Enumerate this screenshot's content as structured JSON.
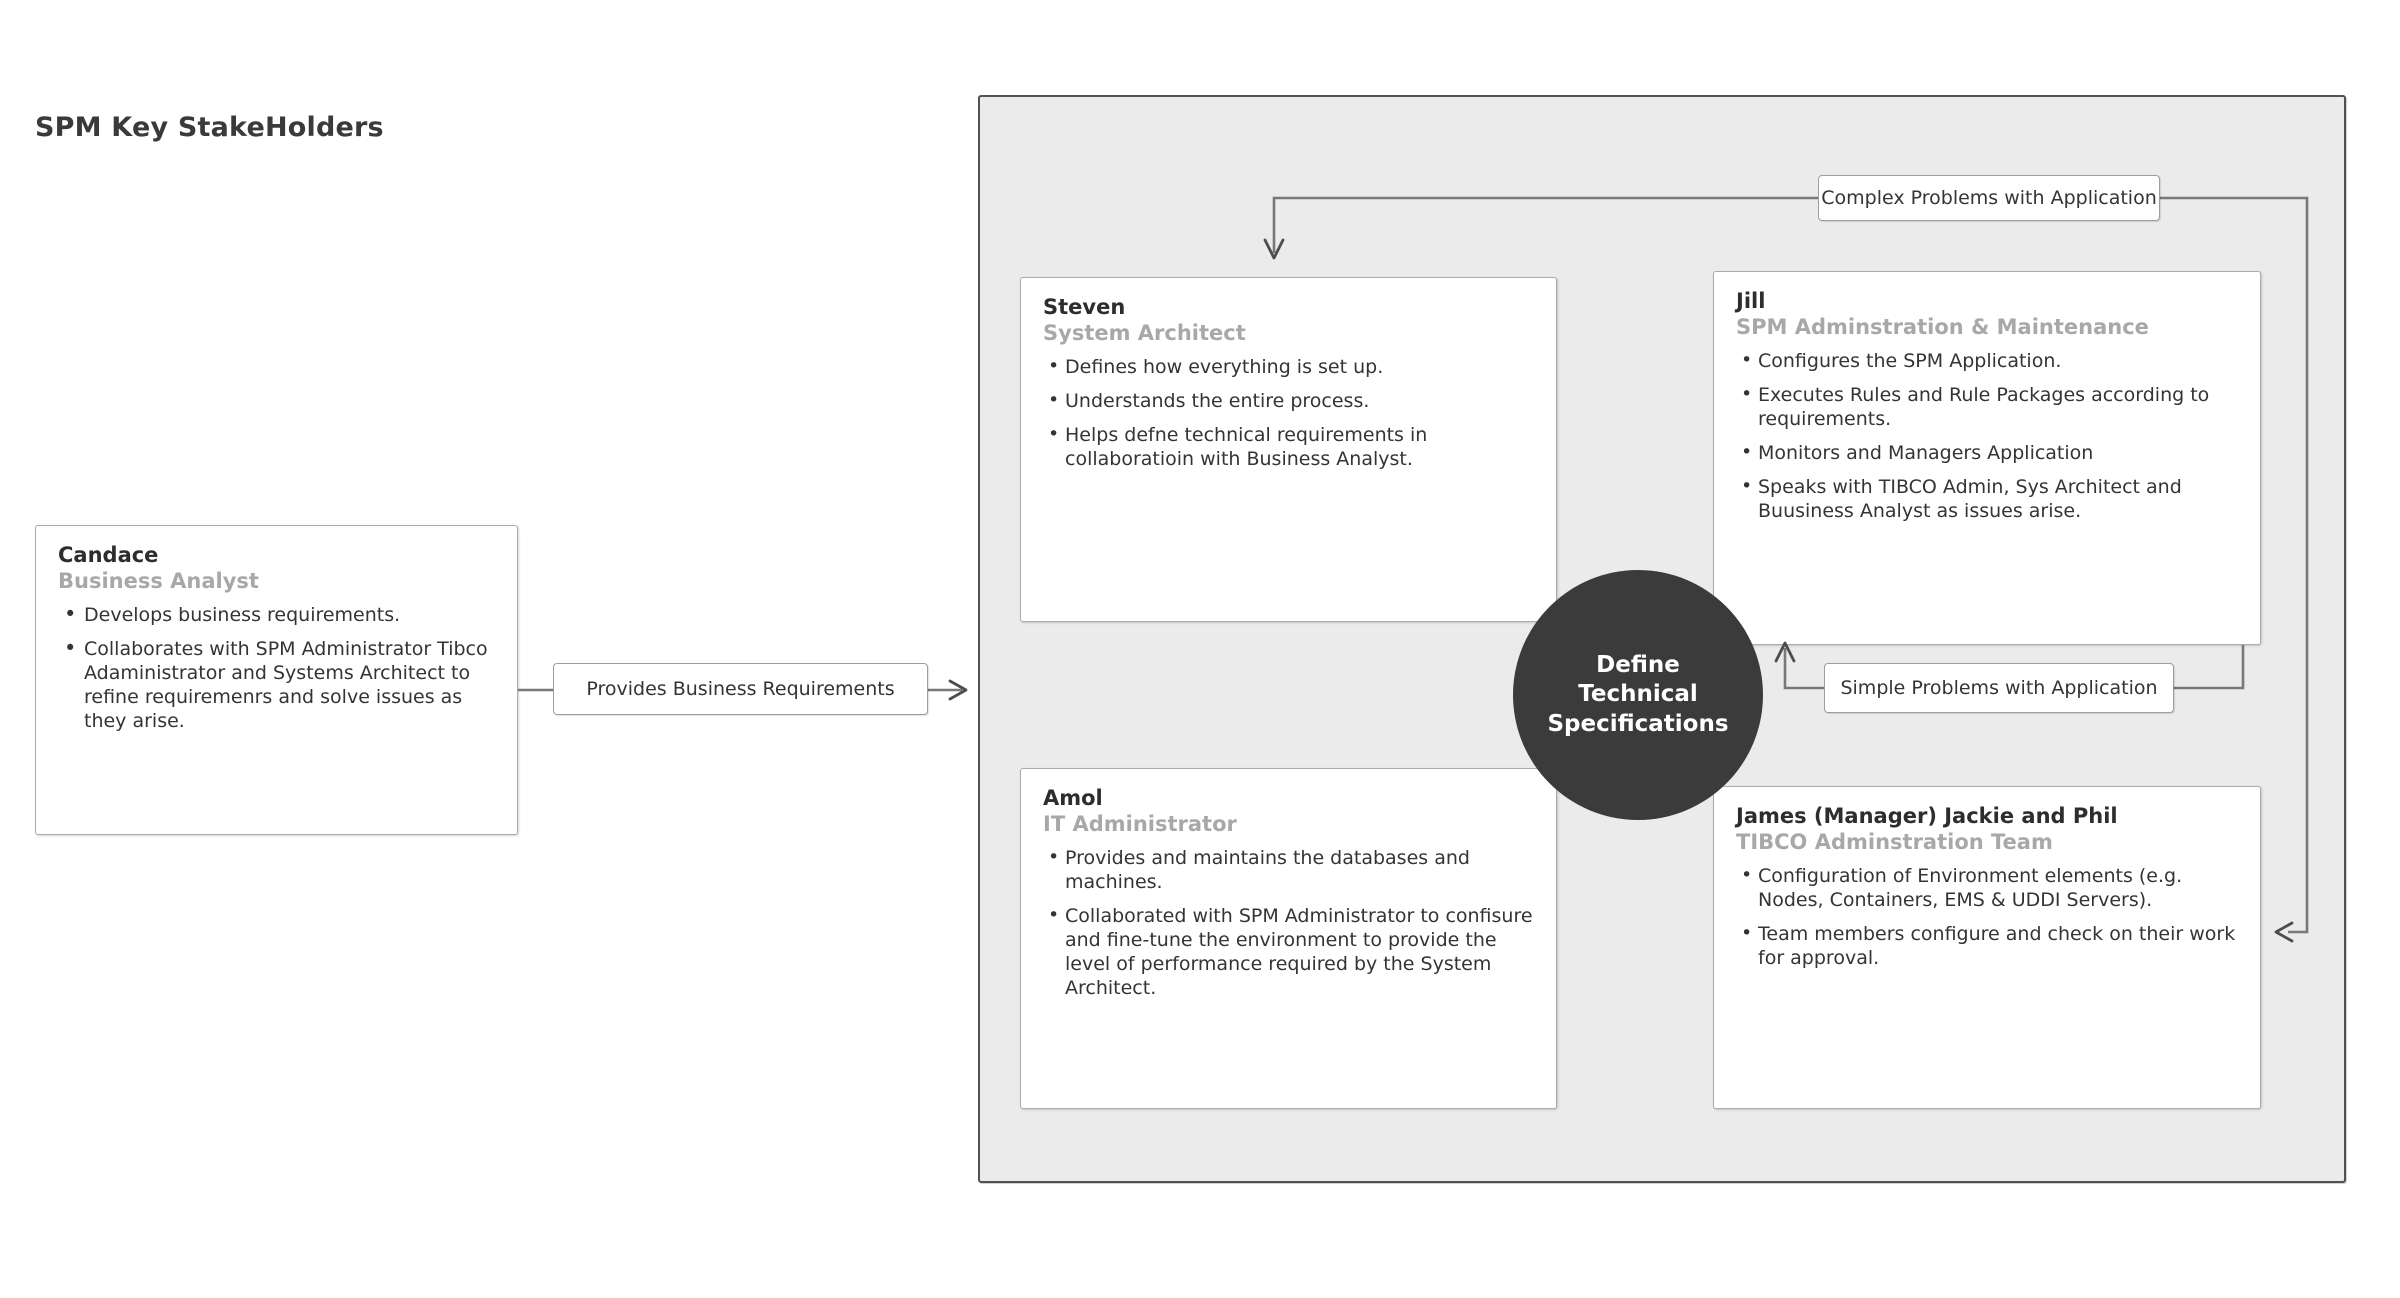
{
  "page": {
    "title": "SPM Key StakeHolders"
  },
  "center_node": {
    "label_lines": [
      "Define",
      "Technical",
      "Specifications"
    ],
    "color": "#3b3b3b",
    "text_color": "#ffffff"
  },
  "group_container": {
    "fill": "#eaebea",
    "border": "#4f5152"
  },
  "cards": [
    {
      "id": "candace",
      "name": "Candace",
      "role": "Business Analyst",
      "bullets": [
        "Develops business requirements.",
        "Collaborates with SPM Administrator Tibco Adaministrator and Systems Architect to refine requiremenrs and solve issues as they arise."
      ]
    },
    {
      "id": "steven",
      "name": "Steven",
      "role": "System Architect",
      "bullets": [
        "Defines how everything is set up.",
        "Understands the entire process.",
        "Helps defne technical requirements in collaboratioin with Business Analyst."
      ]
    },
    {
      "id": "jill",
      "name": "Jill",
      "role": "SPM Adminstration & Maintenance",
      "bullets": [
        "Configures the SPM Application.",
        "Executes Rules and Rule Packages according to requirements.",
        "Monitors and Managers Application",
        "Speaks with TIBCO Admin, Sys Architect and Buusiness Analyst as issues arise."
      ]
    },
    {
      "id": "amol",
      "name": "Amol",
      "role": "IT Administrator",
      "bullets": [
        "Provides and maintains the databases and machines.",
        "Collaborated with SPM Administrator to confisure and fine-tune the environment to provide the level of performance required by the System Architect."
      ]
    },
    {
      "id": "james",
      "name": "James (Manager) Jackie and Phil",
      "role": "TIBCO Adminstration Team",
      "bullets": [
        "Configuration of Environment elements (e.g. Nodes, Containers, EMS & UDDI Servers).",
        "Team members configure and check on their work for approval."
      ]
    }
  ],
  "connector_labels": {
    "provides": "Provides Business Requirements",
    "complex": "Complex Problems with Application",
    "simple": "Simple Problems with Application"
  },
  "colors": {
    "name_text": "#2d2d2d",
    "role_text": "#a6a8aa",
    "body_text": "#333435",
    "connector_line": "#76787a",
    "card_border": "#a9abad"
  }
}
